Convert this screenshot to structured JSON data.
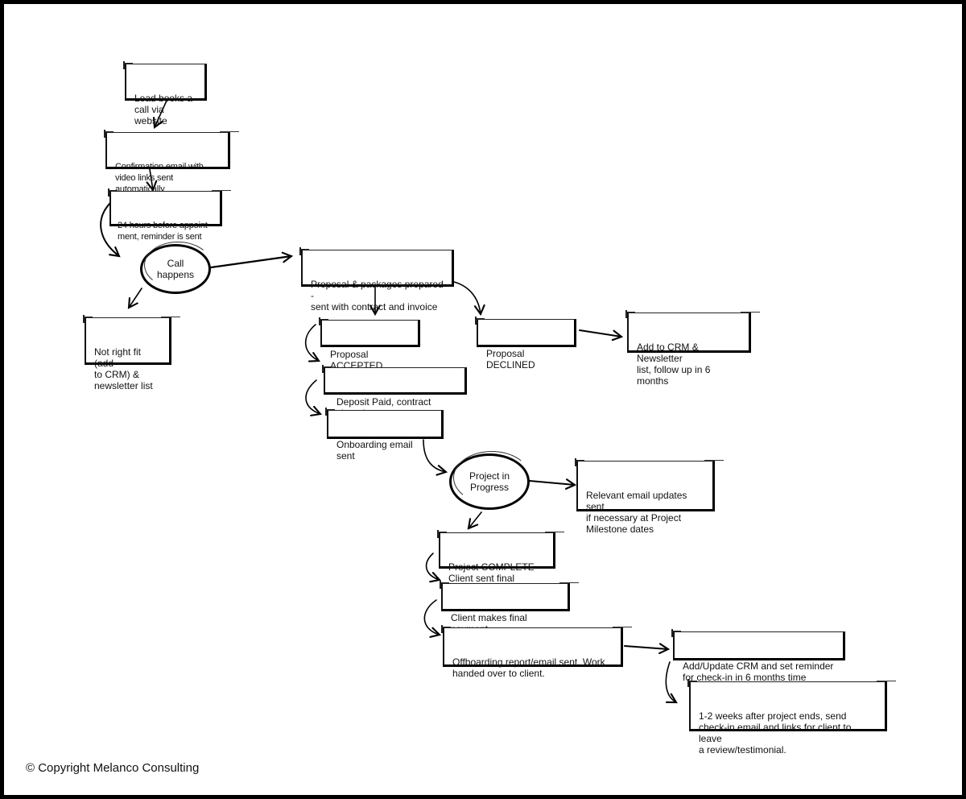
{
  "diagram": {
    "nodes": {
      "lead": "Lead books a\ncall via website",
      "confirm": "Confirmation email with\nvideo links sent automatically",
      "reminder": "24 hours before appoint-\nment, reminder is sent",
      "call": "Call\nhappens",
      "notfit": "Not right fit (add\nto CRM) &\nnewsletter list",
      "proposal": "Proposal & packages prepared -\nsent with contract and invoice",
      "accepted": "Proposal ACCEPTED",
      "declined": "Proposal DECLINED",
      "addcrm": "Add to CRM & Newsletter\nlist, follow up in 6 months",
      "deposit": "Deposit Paid, contract signed",
      "onboarding": "Onboarding email sent",
      "inprogress": "Project in\nProgress",
      "updates": "Relevant email updates sent\nif necessary at Project\nMilestone dates",
      "complete": "Project COMPLETE\nClient sent final invoice",
      "finalpay": "Client makes final payment",
      "offboarding": "Offboarding report/email sent. Work\nhanded over to client.",
      "updatecrm": "Add/Update CRM and set reminder\nfor check-in in 6 months time",
      "checkin": "1-2 weeks after project ends, send\ncheck-in email and links for client to leave\na review/testimonial."
    }
  },
  "copyright": "© Copyright Melanco Consulting"
}
